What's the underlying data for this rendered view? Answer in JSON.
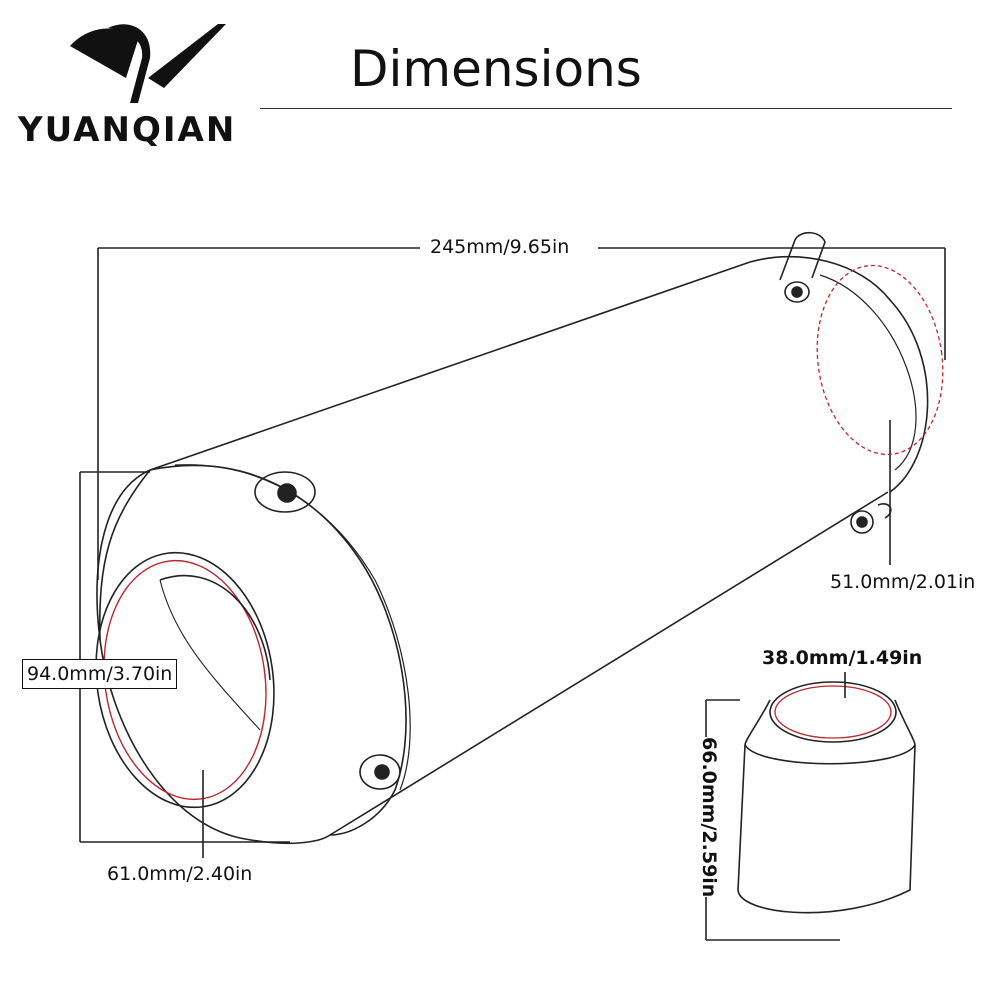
{
  "brand": {
    "name": "YUANQIAN",
    "logo_icon": "yuanqian-logo-icon"
  },
  "header": {
    "title": "Dimensions"
  },
  "dimensions": {
    "total_length": "245mm/9.65in",
    "inlet_diameter": "51.0mm/2.01in",
    "outer_diameter": "94.0mm/3.70in",
    "outlet_diameter": "61.0mm/2.40in",
    "tip_inner_diameter": "38.0mm/1.49in",
    "tip_length": "66.0mm/2.59in"
  },
  "colors": {
    "line": "#222222",
    "accent_red": "#c0262d"
  }
}
